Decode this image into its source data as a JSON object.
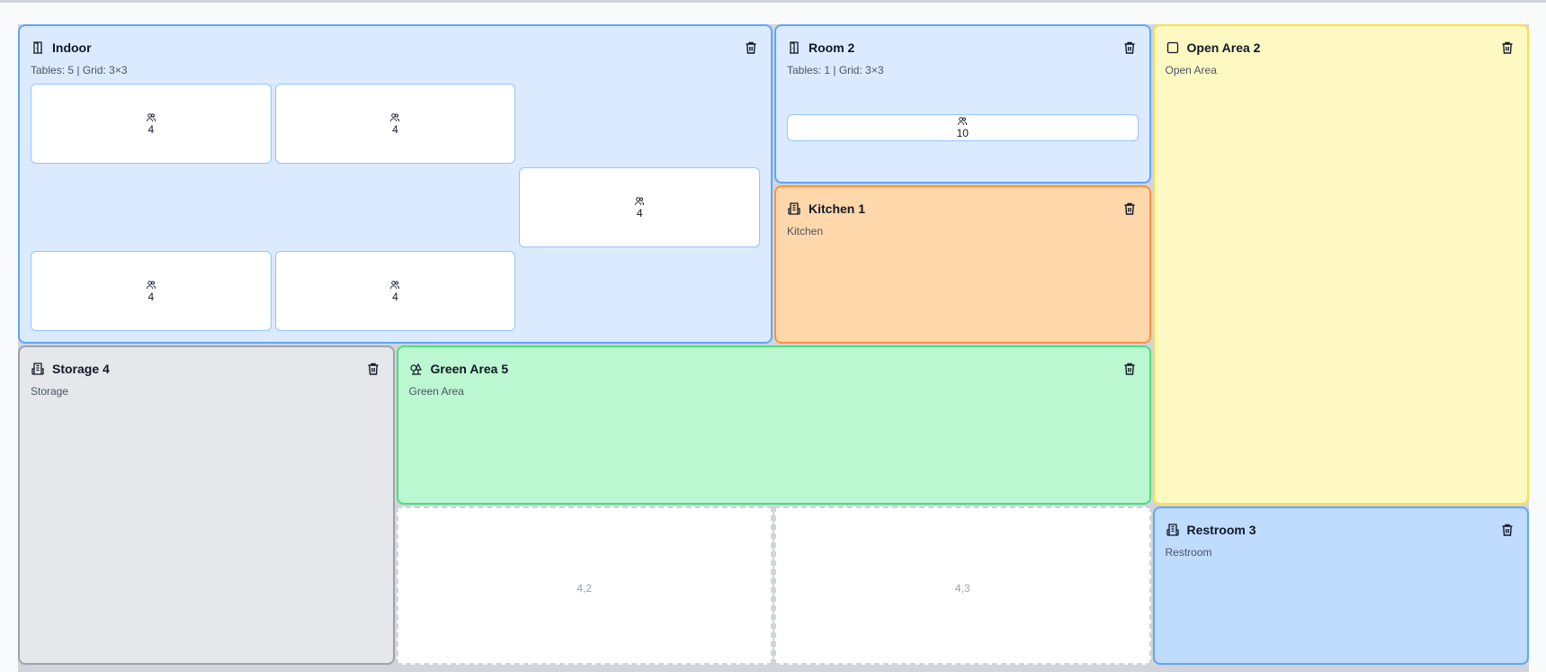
{
  "zones": {
    "indoor": {
      "title": "Indoor",
      "icon": "door-icon",
      "subtitle": "Tables: 5 | Grid: 3×3",
      "tables": [
        {
          "capacity": "4",
          "row": 1,
          "col": 1
        },
        {
          "capacity": "4",
          "row": 1,
          "col": 2
        },
        {
          "capacity": "4",
          "row": 2,
          "col": 3
        },
        {
          "capacity": "4",
          "row": 3,
          "col": 1
        },
        {
          "capacity": "4",
          "row": 3,
          "col": 2
        }
      ],
      "color": "#dbeafe",
      "border": "#60a5fa"
    },
    "room2": {
      "title": "Room 2",
      "icon": "door-icon",
      "subtitle": "Tables: 1 | Grid: 3×3",
      "tables": [
        {
          "capacity": "10"
        }
      ],
      "color": "#dbeafe",
      "border": "#60a5fa"
    },
    "open_area": {
      "title": "Open Area 2",
      "icon": "square-icon",
      "subtitle": "Open Area",
      "color": "#fef9c3",
      "border": "#fde047"
    },
    "kitchen": {
      "title": "Kitchen 1",
      "icon": "building-icon",
      "subtitle": "Kitchen",
      "color": "#fed7aa",
      "border": "#fb923c"
    },
    "storage": {
      "title": "Storage 4",
      "icon": "building-icon",
      "subtitle": "Storage",
      "color": "#e5e7eb",
      "border": "#9ca3af"
    },
    "green_area": {
      "title": "Green Area 5",
      "icon": "trees-icon",
      "subtitle": "Green Area",
      "color": "#bbf7d0",
      "border": "#4ade80"
    },
    "restroom": {
      "title": "Restroom 3",
      "icon": "building-icon",
      "subtitle": "Restroom",
      "color": "#bfdbfe",
      "border": "#60a5fa"
    }
  },
  "empty_cells": [
    {
      "label": "4,2"
    },
    {
      "label": "4,3"
    }
  ]
}
